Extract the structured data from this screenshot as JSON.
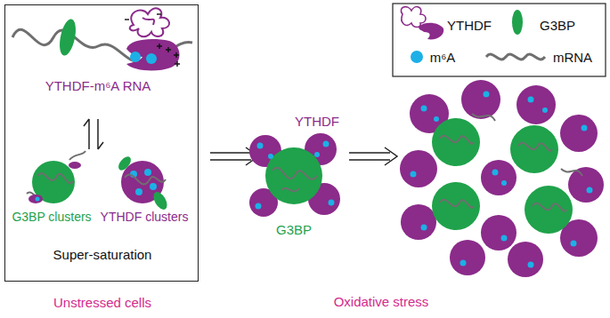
{
  "diagram": {
    "nodes": [
      {
        "text": [
          "Super-saturation",
          "Unstressed cells"
        ]
      }
    ],
    "labels": [
      "YTHDF-m⁶A RNA",
      "G3BP clusters",
      "YTHDF clusters",
      "YTHDF",
      "G3BP",
      "Oxidative stress"
    ],
    "legend": [
      {
        "text": "YTHDF"
      },
      {
        "text": "G3BP",
        "color": "#1fa24b"
      },
      {
        "text": "m⁶A",
        "color": "#1cb0e6"
      },
      {
        "text": "mRNA"
      }
    ]
  }
}
